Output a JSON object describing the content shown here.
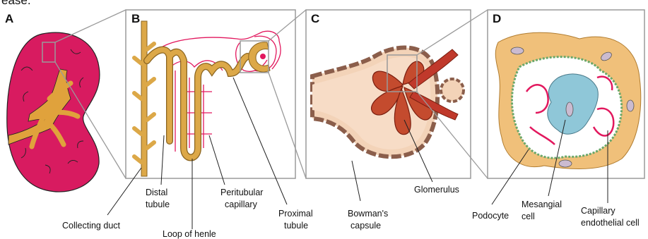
{
  "top_clip_text": "ease.",
  "panels": {
    "a": {
      "letter": "A"
    },
    "b": {
      "letter": "B"
    },
    "c": {
      "letter": "C"
    },
    "d": {
      "letter": "D"
    }
  },
  "labels": {
    "collecting_duct": "Collecting duct",
    "distal_tubule_1": "Distal",
    "distal_tubule_2": "tubule",
    "loop_of_henle": "Loop of henle",
    "peritubular_1": "Peritubular",
    "peritubular_2": "capillary",
    "proximal_1": "Proximal",
    "proximal_2": "tubule",
    "bowmans_1": "Bowman's",
    "bowmans_2": "capsule",
    "glomerulus": "Glomerulus",
    "podocyte": "Podocyte",
    "mesangial_1": "Mesangial",
    "mesangial_2": "cell",
    "capillary_1": "Capillary",
    "capillary_2": "endothelial cell"
  },
  "colors": {
    "kidney": "#d81b60",
    "tubule": "#dca848",
    "tubule_dark": "#8a6420",
    "capillary_line": "#e2185e",
    "capsule_fill": "#f3d3b8",
    "capsule_wall": "#c9a08c",
    "glomerulus": "#c0392b",
    "mesangial": "#8fc7d8",
    "podocyte": "#e8b86a",
    "frame": "#9a9a9a"
  }
}
